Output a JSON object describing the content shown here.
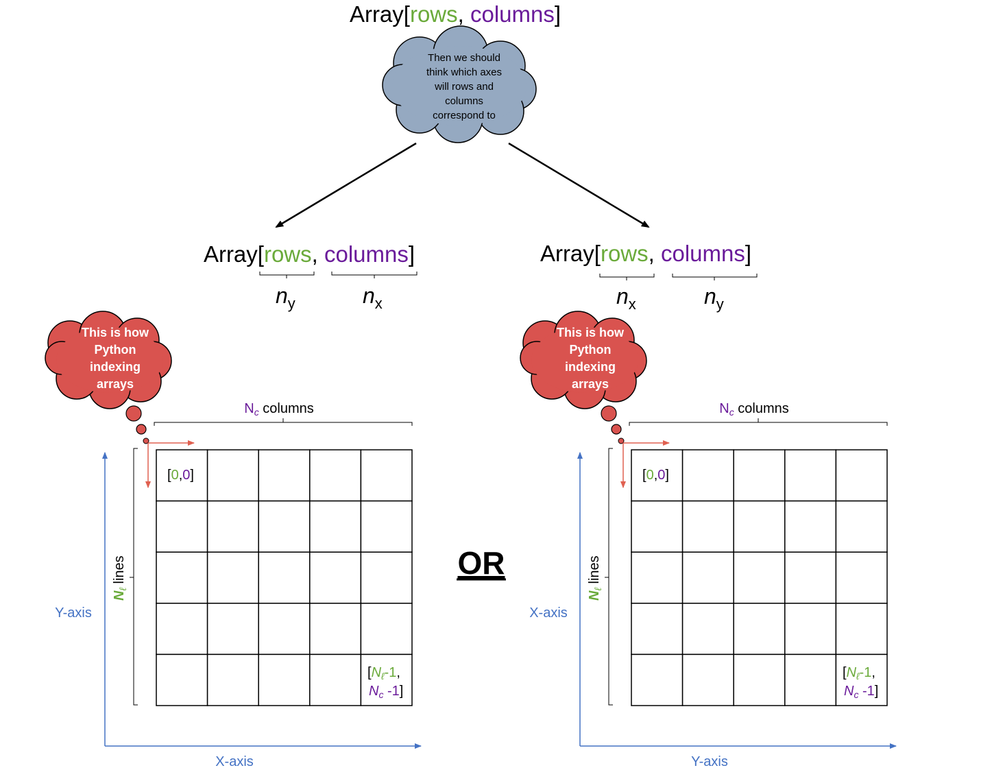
{
  "header": {
    "array_word": "Array[",
    "rows_word": "rows",
    "comma": ", ",
    "columns_word": "columns",
    "close": "]"
  },
  "top_cloud_text": [
    "Then we should",
    "think which axes",
    "will rows and",
    "columns",
    "correspond to"
  ],
  "python_cloud_text": [
    "This is how",
    "Python",
    "indexing",
    "arrays"
  ],
  "left": {
    "rows_label": "n",
    "rows_sub": "y",
    "cols_label": "n",
    "cols_sub": "x",
    "vertical_axis": "Y-axis",
    "horizontal_axis": "X-axis"
  },
  "right": {
    "rows_label": "n",
    "rows_sub": "x",
    "cols_label": "n",
    "cols_sub": "y",
    "vertical_axis": "X-axis",
    "horizontal_axis": "Y-axis"
  },
  "grid": {
    "columns_caption_prefix": "N",
    "columns_caption_sub": "c",
    "columns_caption_suffix": " columns",
    "lines_caption_prefix": "N",
    "lines_caption_sub": "ℓ",
    "lines_caption_suffix": " lines",
    "origin_open": "[",
    "origin_row": "0",
    "origin_comma": ",",
    "origin_col": "0",
    "origin_close": "]",
    "end_open": "[",
    "end_row_prefix": "N",
    "end_row_sub": "ℓ",
    "end_row_suffix": "-1",
    "end_comma": ",",
    "end_col_prefix": "N",
    "end_col_sub": "c",
    "end_col_suffix": " -1",
    "end_close": "]"
  },
  "or_label": "OR",
  "colors": {
    "green": "#6aaa3a",
    "purple": "#6a1b9a",
    "blue": "#4472c4",
    "cloud_gray": "#95a9c1",
    "cloud_red": "#d9534f",
    "arrow_red": "#e06050",
    "black": "#000000"
  }
}
